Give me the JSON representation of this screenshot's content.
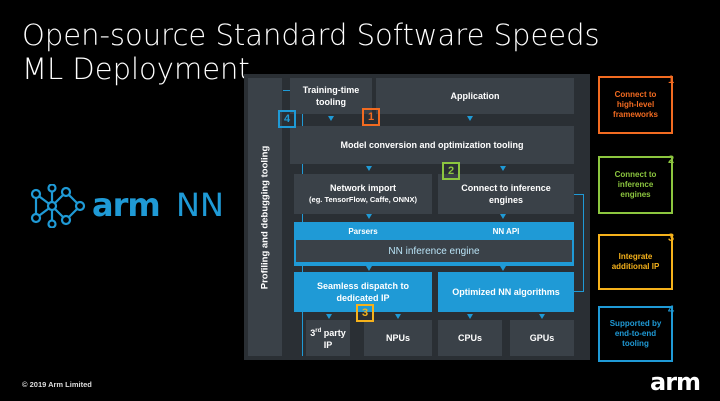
{
  "title": "Open-source Standard Software Speeds ML Deployment",
  "logo": {
    "brand": "arm",
    "product": "NN"
  },
  "copyright": "© 2019 Arm Limited",
  "footer_logo": "arm",
  "diagram": {
    "profiling": "Profiling and debugging tooling",
    "training": "Training-time tooling",
    "application": "Application",
    "model_conversion": "Model conversion and optimization tooling",
    "network_import": "Network import",
    "network_import_sub": "(eg. TensorFlow, Caffe, ONNX)",
    "connect_inference": "Connect to inference engines",
    "parsers": "Parsers",
    "nn_api": "NN API",
    "nn_engine": "NN inference engine",
    "seamless": "Seamless dispatch to dedicated IP",
    "optimized": "Optimized NN algorithms",
    "third_party_pre": "3",
    "third_party_sup": "rd",
    "third_party_post": " party IP",
    "npus": "NPUs",
    "cpus": "CPUs",
    "gpus": "GPUs",
    "badges": [
      "1",
      "2",
      "3",
      "4"
    ]
  },
  "legend": [
    {
      "num": "1",
      "text": "Connect to high-level frameworks",
      "color": "#f26b21"
    },
    {
      "num": "2",
      "text": "Connect to inference engines",
      "color": "#8cc63f"
    },
    {
      "num": "3",
      "text": "Integrate additional IP",
      "color": "#f6b21b"
    },
    {
      "num": "4",
      "text": "Supported by end-to-end tooling",
      "color": "#1f9ad6"
    }
  ],
  "colors": {
    "accent_blue": "#1f9ad6",
    "panel": "#3a4148",
    "frame": "#2a2f34"
  }
}
